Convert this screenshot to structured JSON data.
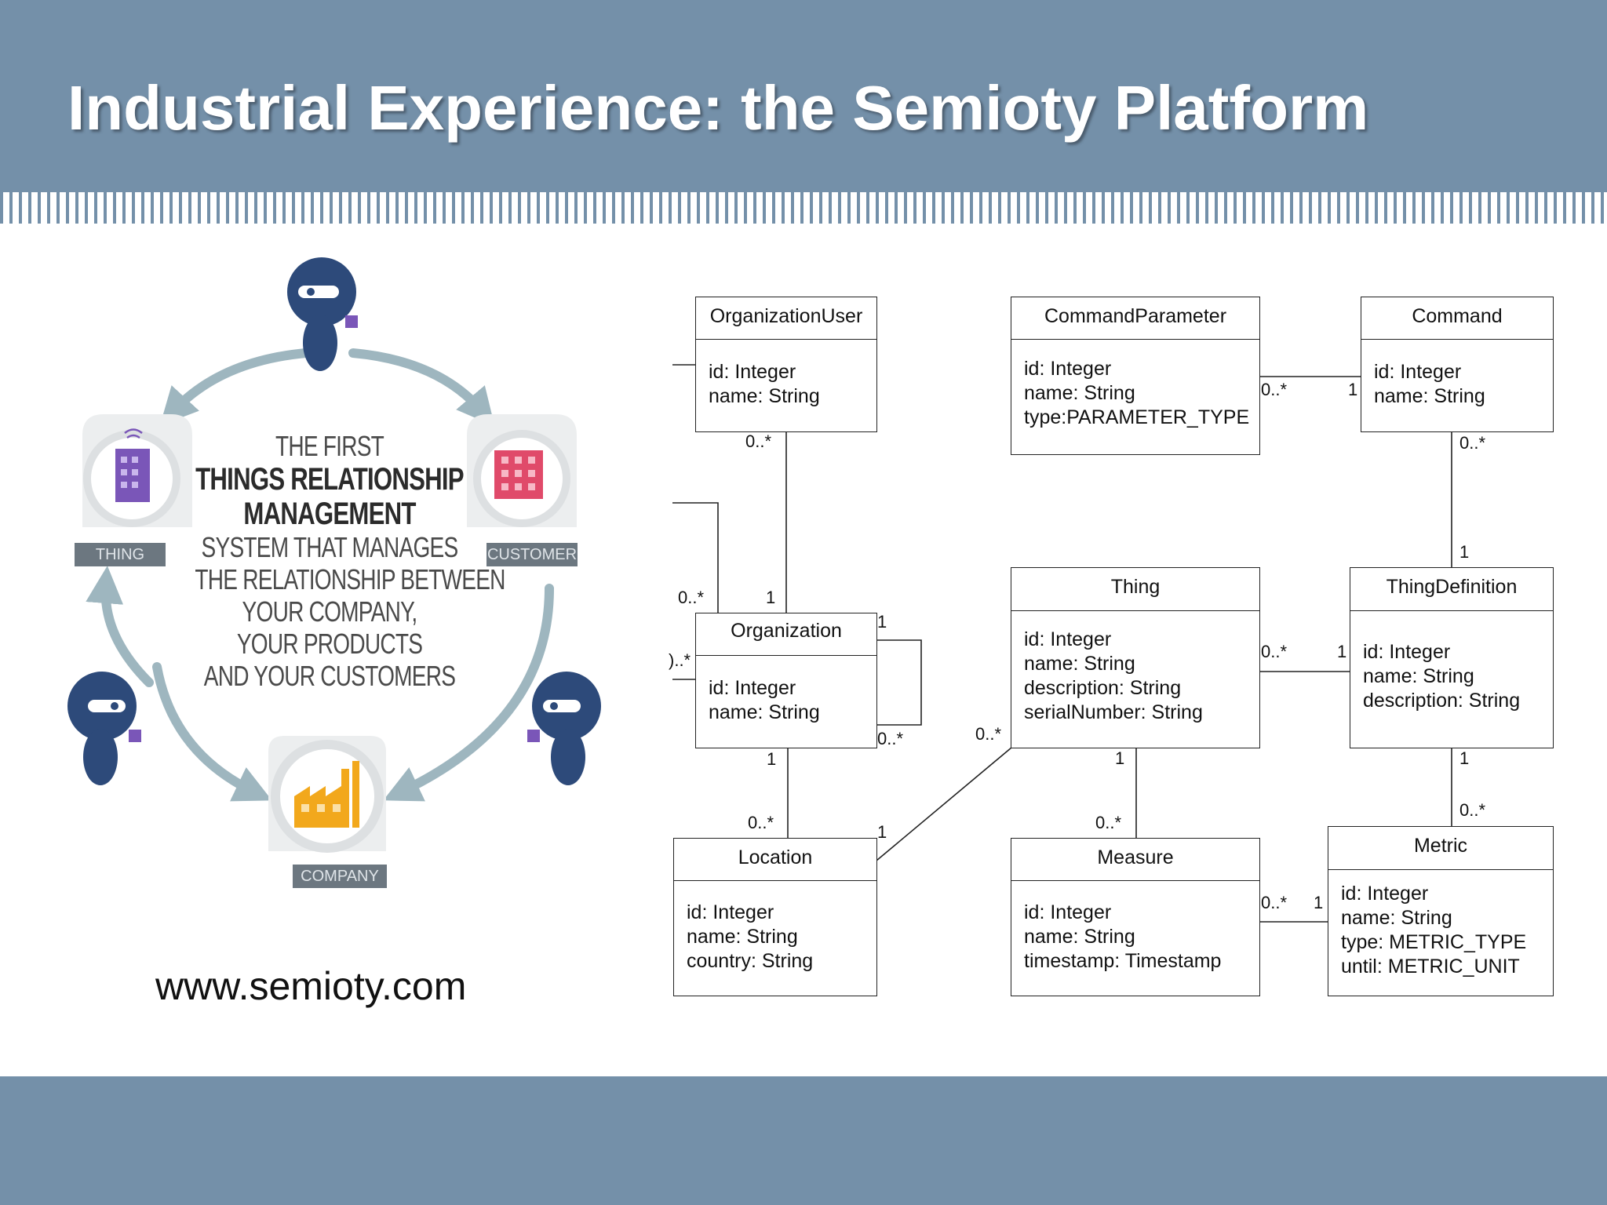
{
  "slide": {
    "title": "Industrial Experience: the Semioty Platform",
    "url": "www.semioty.com"
  },
  "colors": {
    "band": "#7490a9",
    "arrow": "#9eb6bf",
    "mascot": "#2d4a7a",
    "thing_icon": "#7a56b8",
    "customer_icon": "#e04a6a",
    "company_icon": "#f2a81c",
    "label_bg": "#6c7780"
  },
  "trm": {
    "lines": [
      "THE FIRST",
      "THINGS RELATIONSHIP",
      "MANAGEMENT",
      "SYSTEM THAT MANAGES",
      "THE RELATIONSHIP BETWEEN",
      "YOUR COMPANY,",
      "YOUR PRODUCTS",
      "AND YOUR CUSTOMERS"
    ],
    "labels": {
      "thing": "THING",
      "customer": "CUSTOMER",
      "company": "COMPANY"
    },
    "icons": {
      "thing": "building-icon",
      "customer": "office-building-icon",
      "company": "factory-icon",
      "mascot": "ninja-mascot-icon"
    }
  },
  "uml": {
    "classes": [
      {
        "id": "organization-user",
        "name": "OrganizationUser",
        "attrs": [
          "id: Integer",
          "name: String"
        ]
      },
      {
        "id": "command-parameter",
        "name": "CommandParameter",
        "attrs": [
          "id: Integer",
          "name: String",
          "type:PARAMETER_TYPE"
        ]
      },
      {
        "id": "command",
        "name": "Command",
        "attrs": [
          "id: Integer",
          "name: String"
        ]
      },
      {
        "id": "organization",
        "name": "Organization",
        "attrs": [
          "id: Integer",
          "name: String"
        ]
      },
      {
        "id": "thing",
        "name": "Thing",
        "attrs": [
          "id: Integer",
          "name: String",
          "description: String",
          "serialNumber: String"
        ]
      },
      {
        "id": "thing-definition",
        "name": "ThingDefinition",
        "attrs": [
          "id: Integer",
          "name: String",
          "description: String"
        ]
      },
      {
        "id": "location",
        "name": "Location",
        "attrs": [
          "id: Integer",
          "name: String",
          "country: String"
        ]
      },
      {
        "id": "measure",
        "name": "Measure",
        "attrs": [
          "id: Integer",
          "name: String",
          "timestamp: Timestamp"
        ]
      },
      {
        "id": "metric",
        "name": "Metric",
        "attrs": [
          "id: Integer",
          "name: String",
          "type: METRIC_TYPE",
          "until: METRIC_UNIT"
        ]
      }
    ],
    "multiplicities": [
      "0..*",
      "0..*",
      "1",
      "0..*",
      "0..*",
      "1",
      ")..*",
      "1",
      "0..*",
      "1",
      "0..*",
      "0..*",
      "1",
      "1",
      "0..*",
      "1",
      "1",
      "0..*",
      "0..*",
      "1",
      "1",
      "0..*"
    ]
  }
}
